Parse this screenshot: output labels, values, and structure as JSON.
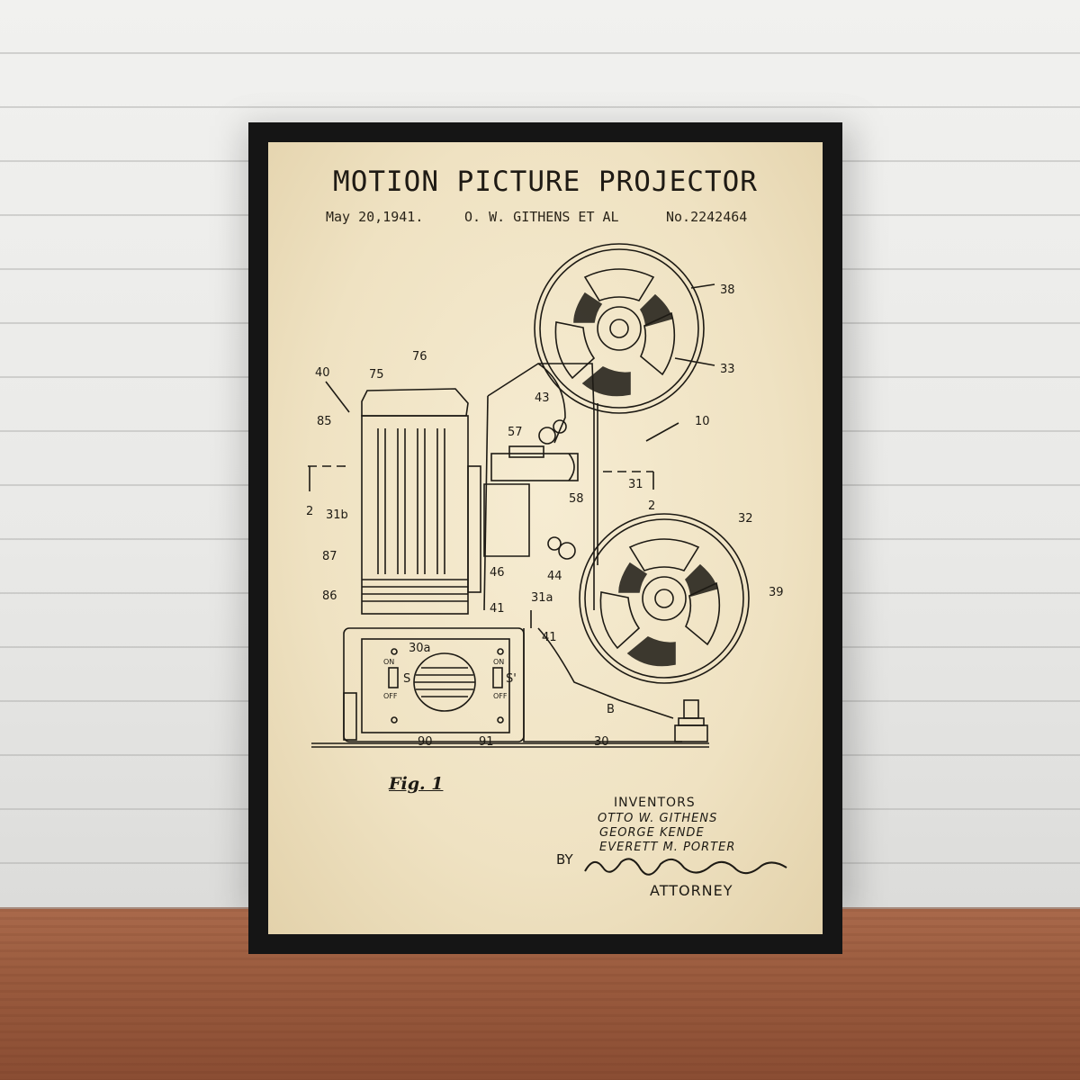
{
  "poster": {
    "title": "MOTION PICTURE PROJECTOR",
    "date": "May 20,1941.",
    "inventor_line": "O. W. GITHENS ET AL",
    "patent_number": "No.2242464",
    "figure_label": "Fig. 1",
    "inventors_heading": "INVENTORS",
    "inventors": [
      "OTTO W. GITHENS",
      "GEORGE KENDE",
      "EVERETT M. PORTER"
    ],
    "by_label": "BY",
    "attorney_label": "ATTORNEY",
    "reference_numerals": [
      "38",
      "33",
      "10",
      "40",
      "75",
      "76",
      "85",
      "43",
      "57",
      "31",
      "58",
      "2",
      "31b",
      "87",
      "46",
      "44",
      "86",
      "32",
      "39",
      "31a",
      "41",
      "30a",
      "B",
      "90",
      "91",
      "30"
    ],
    "switch_labels": {
      "on": "ON",
      "off": "OFF",
      "s1": "S",
      "s2": "S'"
    }
  },
  "colors": {
    "paper": "#efe2c2",
    "ink": "#1d1a14",
    "frame": "#151515",
    "wall": "#ececea",
    "floor": "#9a5b3e"
  }
}
